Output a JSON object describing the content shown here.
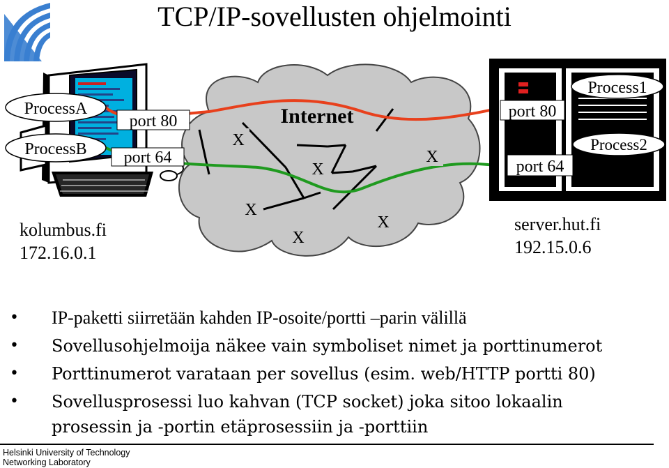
{
  "title": "TCP/IP-sovellusten ohjelmointi",
  "diagram": {
    "client": {
      "process_a": "ProcessA",
      "process_b": "ProcessB",
      "port_a": "port 80",
      "port_b": "port 64",
      "hostname": "kolumbus.fi",
      "ip": "172.16.0.1"
    },
    "internet": {
      "label": "Internet",
      "routers": [
        "X",
        "X",
        "X",
        "X",
        "X",
        "X"
      ]
    },
    "server": {
      "process_1": "Process1",
      "process_2": "Process2",
      "port_1": "port 80",
      "port_2": "port 64",
      "hostname": "server.hut.fi",
      "ip": "192.15.0.6"
    },
    "colors": {
      "connection_1": "#e8401c",
      "connection_2": "#1f9a1f",
      "cloud": "#c8c8c8",
      "screen": "#00b0e0"
    }
  },
  "bullets": [
    "IP-paketti siirretään kahden IP-osoite/portti –parin välillä",
    "Sovellusohjelmoija näkee vain symboliset nimet ja porttinumerot",
    "Porttinumerot varataan per sovellus (esim. web/HTTP portti 80)",
    "Sovellusprosessi luo kahvan (TCP socket) joka sitoo lokaalin",
    "prosessin ja -portin etäprosessiin ja -porttiin"
  ],
  "footer": {
    "line1": "Helsinki University of Technology",
    "line2": "Networking Laboratory"
  }
}
